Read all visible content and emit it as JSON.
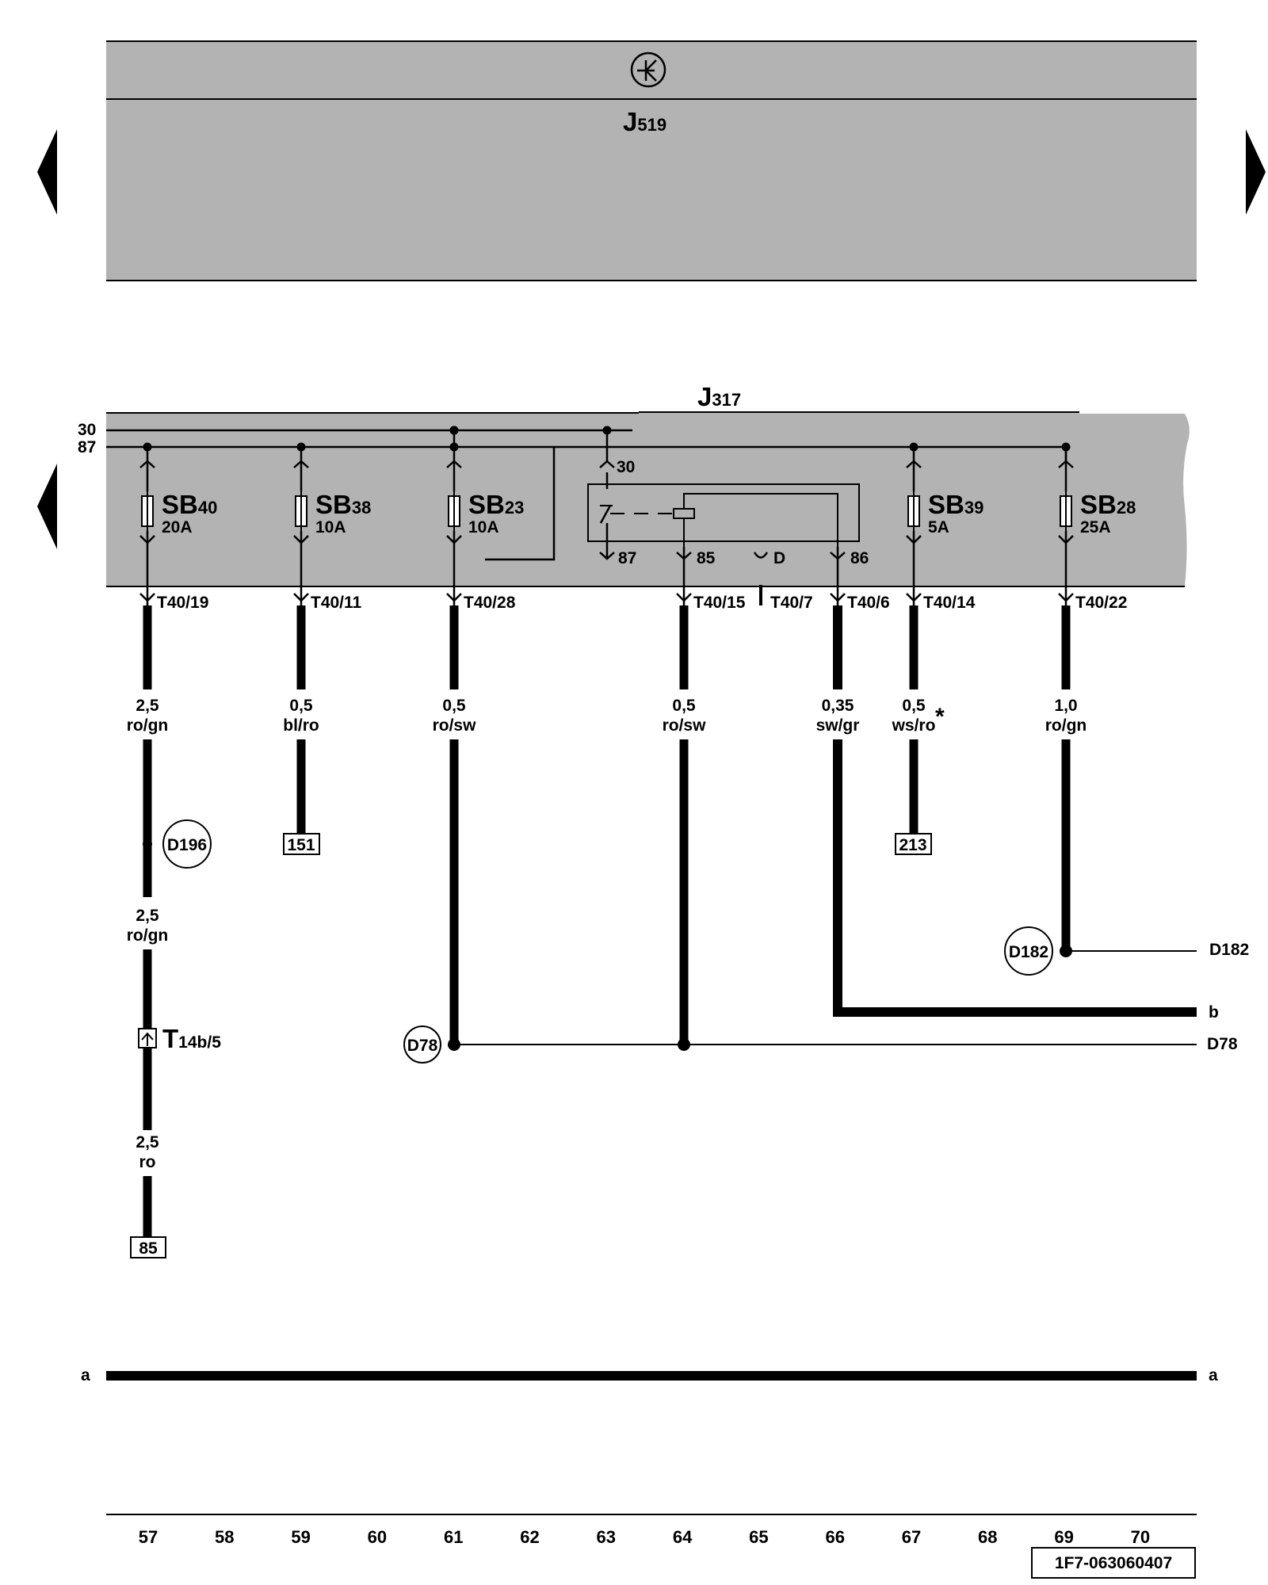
{
  "j519": {
    "name": "J",
    "sub": "519"
  },
  "j317": {
    "name": "J",
    "sub": "317"
  },
  "rails": {
    "r30": "30",
    "r87": "87"
  },
  "fuses": [
    {
      "name": "SB",
      "num": "40",
      "amps": "20A"
    },
    {
      "name": "SB",
      "num": "38",
      "amps": "10A"
    },
    {
      "name": "SB",
      "num": "23",
      "amps": "10A"
    },
    {
      "name": "SB",
      "num": "39",
      "amps": "5A"
    },
    {
      "name": "SB",
      "num": "28",
      "amps": "25A"
    }
  ],
  "relay": {
    "t30": "30",
    "t87": "87",
    "t85": "85",
    "tD": "D",
    "t86": "86"
  },
  "connectors": [
    "T40/19",
    "T40/11",
    "T40/28",
    "T40/15",
    "T40/7",
    "T40/6",
    "T40/14",
    "T40/22"
  ],
  "wires": [
    {
      "size": "2,5",
      "color": "ro/gn"
    },
    {
      "size": "0,5",
      "color": "bl/ro"
    },
    {
      "size": "0,5",
      "color": "ro/sw"
    },
    {
      "size": "0,5",
      "color": "ro/sw"
    },
    {
      "size": "0,35",
      "color": "sw/gr"
    },
    {
      "size": "0,5",
      "color": "ws/ro"
    },
    {
      "size": "1,0",
      "color": "ro/gn"
    },
    {
      "size": "2,5",
      "color": "ro/gn"
    },
    {
      "size": "2,5",
      "color": "ro"
    }
  ],
  "asterisk": "*",
  "splices": {
    "d196": "D196",
    "d78": "D78",
    "d182": "D182"
  },
  "refs": {
    "r151": "151",
    "r213": "213",
    "r85": "85"
  },
  "t14": {
    "name": "T",
    "sub": "14b/5"
  },
  "edges": {
    "d182": "D182",
    "b": "b",
    "d78": "D78",
    "a": "a"
  },
  "grid": [
    "57",
    "58",
    "59",
    "60",
    "61",
    "62",
    "63",
    "64",
    "65",
    "66",
    "67",
    "68",
    "69",
    "70"
  ],
  "doc_id": "1F7-063060407"
}
